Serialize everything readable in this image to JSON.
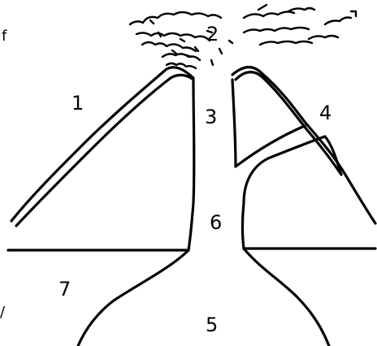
{
  "diagram": {
    "labels": [
      "1",
      "2",
      "3",
      "4",
      "5",
      "6",
      "7"
    ],
    "edge_marks": [
      "f",
      "/"
    ]
  }
}
